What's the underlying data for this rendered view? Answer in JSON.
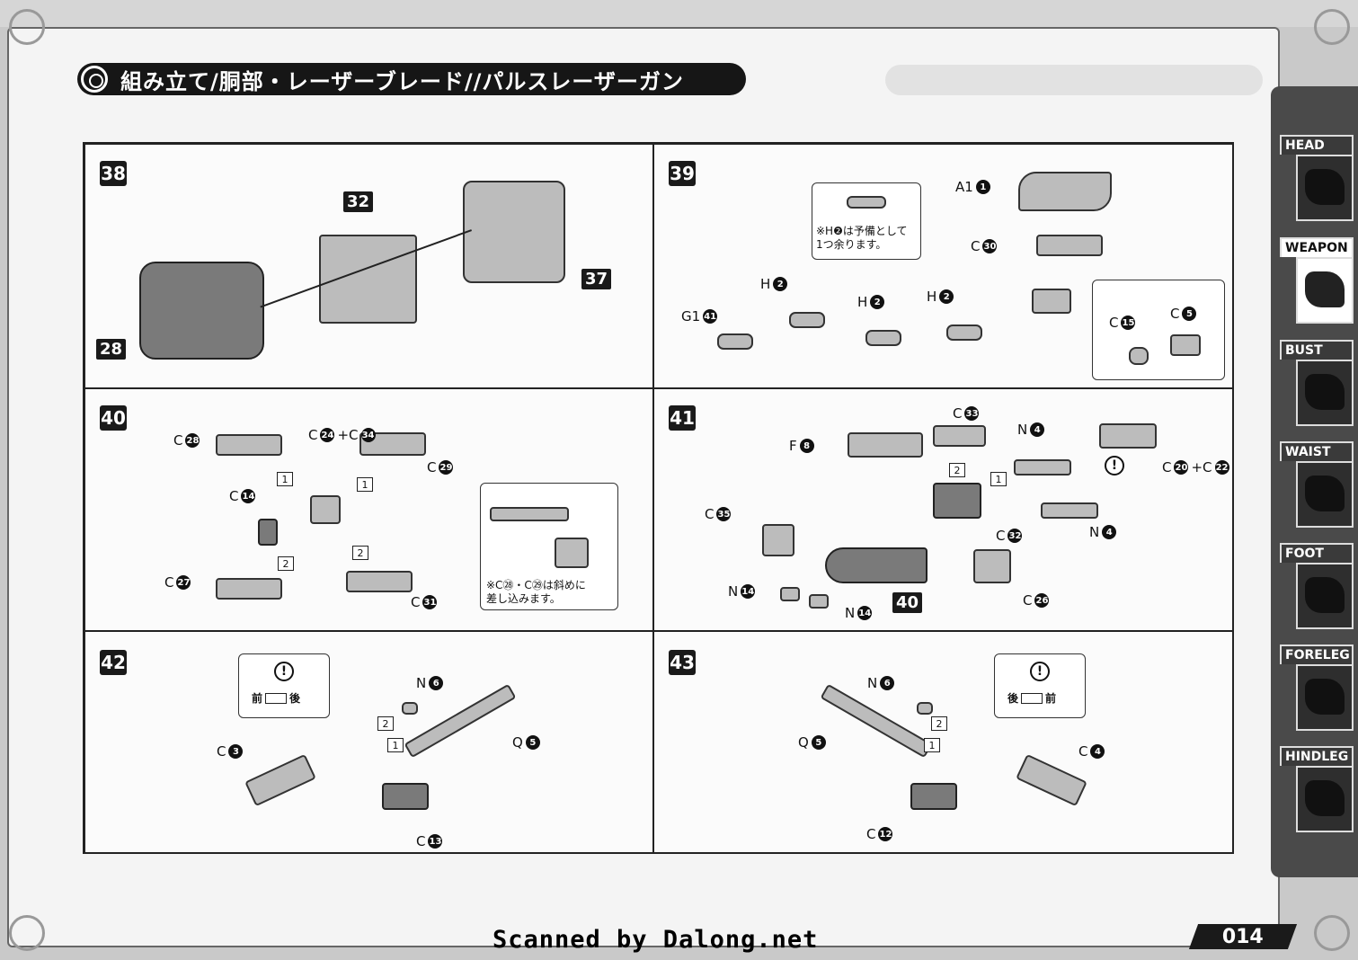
{
  "page": {
    "title": "組み立て/胴部・レーザーブレード//パルスレーザーガン",
    "page_number": "014",
    "scan_credit": "Scanned by Dalong.net"
  },
  "tabs": [
    {
      "label": "HEAD",
      "active": false
    },
    {
      "label": "WEAPON",
      "active": true
    },
    {
      "label": "BUST",
      "active": false
    },
    {
      "label": "WAIST",
      "active": false
    },
    {
      "label": "FOOT",
      "active": false
    },
    {
      "label": "FORELEG",
      "active": false
    },
    {
      "label": "HINDLEG",
      "active": false
    }
  ],
  "steps": {
    "s38": {
      "number": "38",
      "tags": [
        "32",
        "37",
        "28"
      ]
    },
    "s39": {
      "number": "39",
      "note": "※H❷は予備として\n1つ余ります。",
      "labels": {
        "a1": "A1",
        "c30": "C",
        "h2a": "H",
        "h2b": "H",
        "h2c": "H",
        "g141": "G1",
        "c15": "C",
        "c5": "C"
      },
      "nums": {
        "a1": "1",
        "c30": "30",
        "h2": "2",
        "g141": "41",
        "c15": "15",
        "c5": "5"
      }
    },
    "s40": {
      "number": "40",
      "note": "※C㉘・C㉙は斜めに\n差し込みます。",
      "labels": {
        "c28": "C",
        "c24": "C",
        "plus": "+C",
        "c29": "C",
        "c14": "C",
        "c27": "C",
        "c31": "C"
      },
      "nums": {
        "c28": "28",
        "c24": "24",
        "c34": "34",
        "c29": "29",
        "c14": "14",
        "c27": "27",
        "c31": "31"
      },
      "order": [
        "1",
        "1",
        "2",
        "2"
      ]
    },
    "s41": {
      "number": "41",
      "tag": "40",
      "labels": {
        "c33": "C",
        "f8": "F",
        "n4a": "N",
        "c20": "C",
        "plus": "+C",
        "c35": "C",
        "c32": "C",
        "n4b": "N",
        "n14a": "N",
        "n14b": "N",
        "c26": "C"
      },
      "nums": {
        "c33": "33",
        "f8": "8",
        "n4": "4",
        "c20": "20",
        "c22": "22",
        "c35": "35",
        "c32": "32",
        "n14": "14",
        "c26": "26"
      },
      "order": [
        "2",
        "1"
      ]
    },
    "s42": {
      "number": "42",
      "front": "前",
      "back": "後",
      "labels": {
        "n6": "N",
        "c3": "C",
        "q5": "Q",
        "c13": "C"
      },
      "nums": {
        "n6": "6",
        "c3": "3",
        "q5": "5",
        "c13": "13"
      },
      "order": [
        "2",
        "1"
      ]
    },
    "s43": {
      "number": "43",
      "front": "前",
      "back": "後",
      "labels": {
        "n6": "N",
        "q5": "Q",
        "c4": "C",
        "c12": "C"
      },
      "nums": {
        "n6": "6",
        "q5": "5",
        "c4": "4",
        "c12": "12"
      },
      "order": [
        "2",
        "1"
      ]
    }
  }
}
